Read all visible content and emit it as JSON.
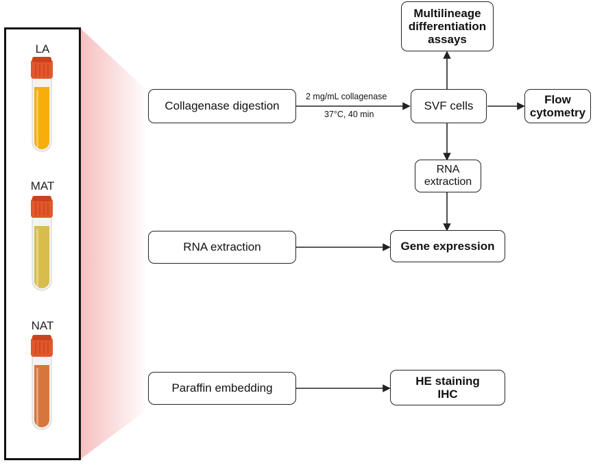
{
  "tubes": [
    {
      "label": "LA",
      "fill": "#f6ae0a"
    },
    {
      "label": "MAT",
      "fill": "#d8bd4c"
    },
    {
      "label": "NAT",
      "fill": "#d7763c"
    }
  ],
  "colors": {
    "cap": "#e2572b",
    "cap_dark": "#c9431e",
    "glass": "#f3f3f3",
    "funnel": "#f6bcbc",
    "line": "#222222"
  },
  "boxes": {
    "collagenase": "Collagenase digestion",
    "svf": "SVF cells",
    "multilineage": "Multilineage differentiation assays",
    "flow": "Flow cytometry",
    "rna_svf": "RNA extraction",
    "rna": "RNA extraction",
    "gene": "Gene expression",
    "paraffin": "Paraffin embedding",
    "he_ihc": "HE staining IHC"
  },
  "arrow_labels": {
    "top": "2 mg/mL collagenase",
    "bottom": "37°C, 40 min"
  }
}
